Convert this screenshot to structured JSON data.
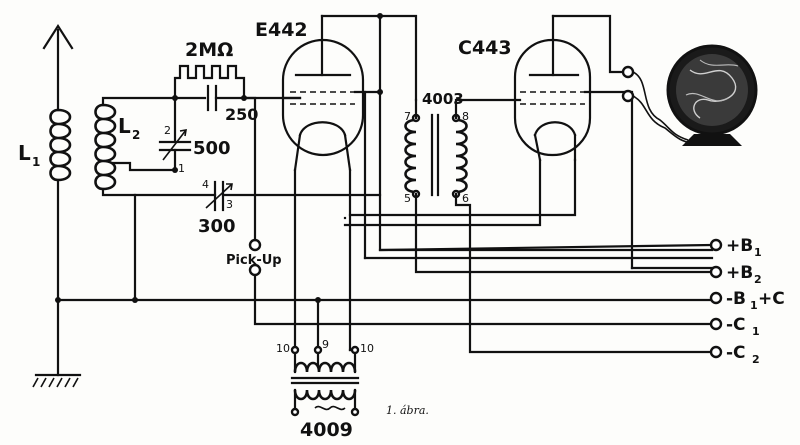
{
  "labels": {
    "L1": "L",
    "L1_sub": "1",
    "L2": "L",
    "L2_sub": "2",
    "resistor": "2MΩ",
    "c_grid": "250",
    "c_tune": "500",
    "c_reac": "300",
    "tube1": "E442",
    "tube2": "C443",
    "transformer": "4003",
    "power_tr": "4009",
    "pickup": "Pick-Up",
    "caption": "1. ábra."
  },
  "pins": {
    "p1": "1",
    "p2": "2",
    "p3": "3",
    "p4": "4",
    "p5": "5",
    "p6": "6",
    "p7": "7",
    "p8": "8",
    "p9": "9",
    "p10a": "10",
    "p10b": "10"
  },
  "terminals": [
    {
      "label": "+B",
      "sub": "1",
      "suffix": ""
    },
    {
      "label": "+B",
      "sub": "2",
      "suffix": ""
    },
    {
      "label": "-B",
      "sub": "1",
      "suffix": "+C"
    },
    {
      "label": "-C",
      "sub": "1",
      "suffix": ""
    },
    {
      "label": "-C",
      "sub": "2",
      "suffix": ""
    }
  ],
  "colors": {
    "ink": "#111111",
    "paper": "#fdfdfb"
  }
}
